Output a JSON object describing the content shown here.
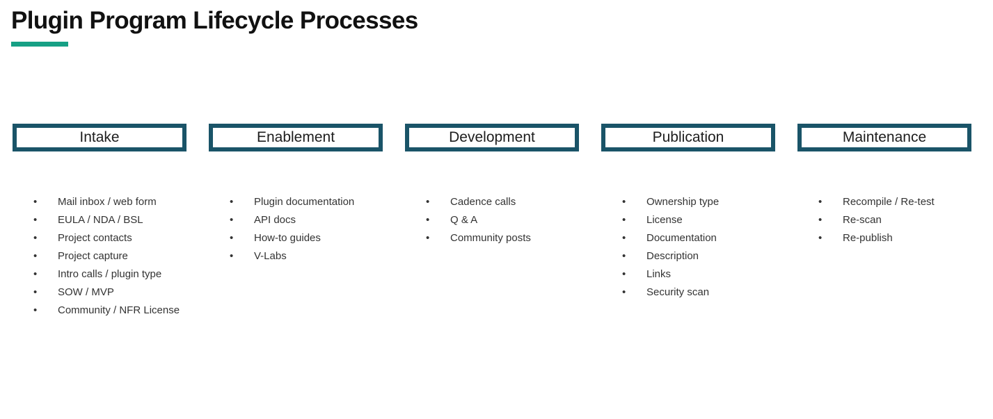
{
  "slide": {
    "title": "Plugin Program Lifecycle Processes",
    "accent_color": "#17a085",
    "box_border_color": "#1a5468",
    "background_color": "#ffffff",
    "text_color": "#333333",
    "bullet_glyph": "•"
  },
  "phases": [
    {
      "label": "Intake",
      "items": [
        "Mail inbox / web form",
        "EULA / NDA / BSL",
        "Project contacts",
        "Project capture",
        "Intro calls / plugin type",
        "SOW / MVP",
        "Community / NFR License"
      ]
    },
    {
      "label": "Enablement",
      "items": [
        "Plugin documentation",
        "API docs",
        "How-to guides",
        "V-Labs"
      ]
    },
    {
      "label": "Development",
      "items": [
        "Cadence calls",
        "Q & A",
        "Community posts"
      ]
    },
    {
      "label": "Publication",
      "items": [
        "Ownership type",
        "License",
        "Documentation",
        "Description",
        "Links",
        "Security scan"
      ]
    },
    {
      "label": "Maintenance",
      "items": [
        "Recompile / Re-test",
        "Re-scan",
        "Re-publish"
      ]
    }
  ]
}
